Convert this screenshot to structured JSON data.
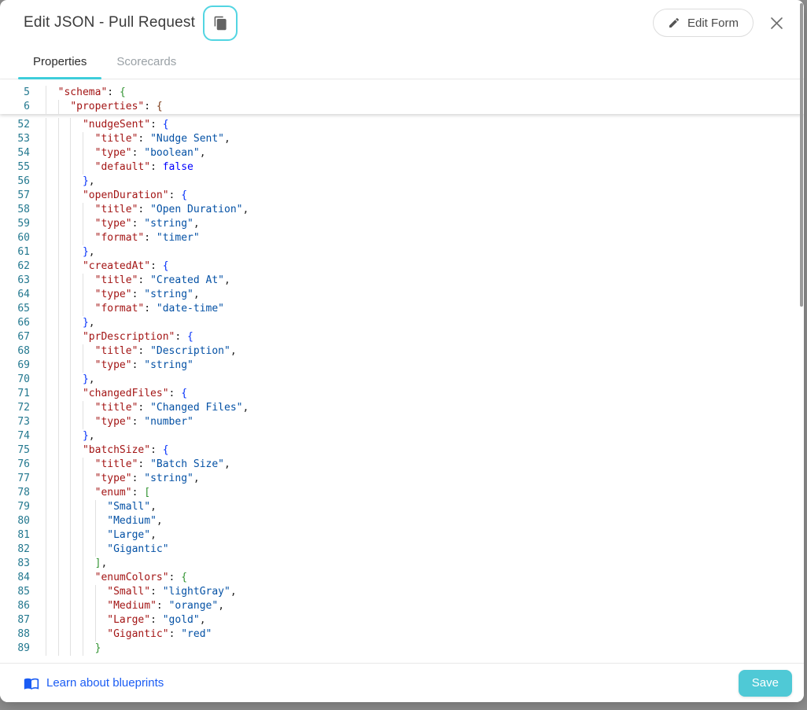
{
  "modal": {
    "title": "Edit JSON - Pull Request"
  },
  "header": {
    "copy_icon": "copy-icon",
    "edit_form_label": "Edit Form",
    "edit_form_icon": "pencil-icon",
    "close_icon": "close-icon"
  },
  "tabs": [
    {
      "label": "Properties",
      "active": true
    },
    {
      "label": "Scorecards",
      "active": false
    }
  ],
  "footer": {
    "link_label": "Learn about blueprints",
    "link_icon": "book-icon",
    "save_label": "Save"
  },
  "colors": {
    "accent_teal": "#3FCFDC",
    "save_teal": "#4FC9D6",
    "copy_border_teal": "#52D5E2",
    "link_blue": "#1A5CF4",
    "line_number": "#23788F",
    "json_key": "#A31515",
    "json_string": "#0451A5",
    "json_keyword": "#0000FF",
    "bracket_blue": "#0431FA",
    "bracket_green": "#319331",
    "bracket_brown": "#7B3814",
    "backdrop_gray": "#8F8F8F"
  },
  "editor": {
    "sticky_lines": [
      {
        "n": 5,
        "i": 2,
        "t": [
          [
            "k",
            "\"schema\""
          ],
          [
            "p",
            ": "
          ],
          [
            "b2",
            "{"
          ]
        ]
      },
      {
        "n": 6,
        "i": 4,
        "t": [
          [
            "k",
            "\"properties\""
          ],
          [
            "p",
            ": "
          ],
          [
            "b3",
            "{"
          ]
        ]
      }
    ],
    "lines": [
      {
        "n": 52,
        "i": 6,
        "t": [
          [
            "k",
            "\"nudgeSent\""
          ],
          [
            "p",
            ": "
          ],
          [
            "b1",
            "{"
          ]
        ]
      },
      {
        "n": 53,
        "i": 8,
        "t": [
          [
            "k",
            "\"title\""
          ],
          [
            "p",
            ": "
          ],
          [
            "s",
            "\"Nudge Sent\""
          ],
          [
            "p",
            ","
          ]
        ]
      },
      {
        "n": 54,
        "i": 8,
        "t": [
          [
            "k",
            "\"type\""
          ],
          [
            "p",
            ": "
          ],
          [
            "s",
            "\"boolean\""
          ],
          [
            "p",
            ","
          ]
        ]
      },
      {
        "n": 55,
        "i": 8,
        "t": [
          [
            "k",
            "\"default\""
          ],
          [
            "p",
            ": "
          ],
          [
            "w",
            "false"
          ]
        ]
      },
      {
        "n": 56,
        "i": 6,
        "t": [
          [
            "b1",
            "}"
          ],
          [
            "p",
            ","
          ]
        ]
      },
      {
        "n": 57,
        "i": 6,
        "t": [
          [
            "k",
            "\"openDuration\""
          ],
          [
            "p",
            ": "
          ],
          [
            "b1",
            "{"
          ]
        ]
      },
      {
        "n": 58,
        "i": 8,
        "t": [
          [
            "k",
            "\"title\""
          ],
          [
            "p",
            ": "
          ],
          [
            "s",
            "\"Open Duration\""
          ],
          [
            "p",
            ","
          ]
        ]
      },
      {
        "n": 59,
        "i": 8,
        "t": [
          [
            "k",
            "\"type\""
          ],
          [
            "p",
            ": "
          ],
          [
            "s",
            "\"string\""
          ],
          [
            "p",
            ","
          ]
        ]
      },
      {
        "n": 60,
        "i": 8,
        "t": [
          [
            "k",
            "\"format\""
          ],
          [
            "p",
            ": "
          ],
          [
            "s",
            "\"timer\""
          ]
        ]
      },
      {
        "n": 61,
        "i": 6,
        "t": [
          [
            "b1",
            "}"
          ],
          [
            "p",
            ","
          ]
        ]
      },
      {
        "n": 62,
        "i": 6,
        "t": [
          [
            "k",
            "\"createdAt\""
          ],
          [
            "p",
            ": "
          ],
          [
            "b1",
            "{"
          ]
        ]
      },
      {
        "n": 63,
        "i": 8,
        "t": [
          [
            "k",
            "\"title\""
          ],
          [
            "p",
            ": "
          ],
          [
            "s",
            "\"Created At\""
          ],
          [
            "p",
            ","
          ]
        ]
      },
      {
        "n": 64,
        "i": 8,
        "t": [
          [
            "k",
            "\"type\""
          ],
          [
            "p",
            ": "
          ],
          [
            "s",
            "\"string\""
          ],
          [
            "p",
            ","
          ]
        ]
      },
      {
        "n": 65,
        "i": 8,
        "t": [
          [
            "k",
            "\"format\""
          ],
          [
            "p",
            ": "
          ],
          [
            "s",
            "\"date-time\""
          ]
        ]
      },
      {
        "n": 66,
        "i": 6,
        "t": [
          [
            "b1",
            "}"
          ],
          [
            "p",
            ","
          ]
        ]
      },
      {
        "n": 67,
        "i": 6,
        "t": [
          [
            "k",
            "\"prDescription\""
          ],
          [
            "p",
            ": "
          ],
          [
            "b1",
            "{"
          ]
        ]
      },
      {
        "n": 68,
        "i": 8,
        "t": [
          [
            "k",
            "\"title\""
          ],
          [
            "p",
            ": "
          ],
          [
            "s",
            "\"Description\""
          ],
          [
            "p",
            ","
          ]
        ]
      },
      {
        "n": 69,
        "i": 8,
        "t": [
          [
            "k",
            "\"type\""
          ],
          [
            "p",
            ": "
          ],
          [
            "s",
            "\"string\""
          ]
        ]
      },
      {
        "n": 70,
        "i": 6,
        "t": [
          [
            "b1",
            "}"
          ],
          [
            "p",
            ","
          ]
        ]
      },
      {
        "n": 71,
        "i": 6,
        "t": [
          [
            "k",
            "\"changedFiles\""
          ],
          [
            "p",
            ": "
          ],
          [
            "b1",
            "{"
          ]
        ]
      },
      {
        "n": 72,
        "i": 8,
        "t": [
          [
            "k",
            "\"title\""
          ],
          [
            "p",
            ": "
          ],
          [
            "s",
            "\"Changed Files\""
          ],
          [
            "p",
            ","
          ]
        ]
      },
      {
        "n": 73,
        "i": 8,
        "t": [
          [
            "k",
            "\"type\""
          ],
          [
            "p",
            ": "
          ],
          [
            "s",
            "\"number\""
          ]
        ]
      },
      {
        "n": 74,
        "i": 6,
        "t": [
          [
            "b1",
            "}"
          ],
          [
            "p",
            ","
          ]
        ]
      },
      {
        "n": 75,
        "i": 6,
        "t": [
          [
            "k",
            "\"batchSize\""
          ],
          [
            "p",
            ": "
          ],
          [
            "b1",
            "{"
          ]
        ]
      },
      {
        "n": 76,
        "i": 8,
        "t": [
          [
            "k",
            "\"title\""
          ],
          [
            "p",
            ": "
          ],
          [
            "s",
            "\"Batch Size\""
          ],
          [
            "p",
            ","
          ]
        ]
      },
      {
        "n": 77,
        "i": 8,
        "t": [
          [
            "k",
            "\"type\""
          ],
          [
            "p",
            ": "
          ],
          [
            "s",
            "\"string\""
          ],
          [
            "p",
            ","
          ]
        ]
      },
      {
        "n": 78,
        "i": 8,
        "t": [
          [
            "k",
            "\"enum\""
          ],
          [
            "p",
            ": "
          ],
          [
            "b2",
            "["
          ]
        ]
      },
      {
        "n": 79,
        "i": 10,
        "t": [
          [
            "s",
            "\"Small\""
          ],
          [
            "p",
            ","
          ]
        ]
      },
      {
        "n": 80,
        "i": 10,
        "t": [
          [
            "s",
            "\"Medium\""
          ],
          [
            "p",
            ","
          ]
        ]
      },
      {
        "n": 81,
        "i": 10,
        "t": [
          [
            "s",
            "\"Large\""
          ],
          [
            "p",
            ","
          ]
        ]
      },
      {
        "n": 82,
        "i": 10,
        "t": [
          [
            "s",
            "\"Gigantic\""
          ]
        ]
      },
      {
        "n": 83,
        "i": 8,
        "t": [
          [
            "b2",
            "]"
          ],
          [
            "p",
            ","
          ]
        ]
      },
      {
        "n": 84,
        "i": 8,
        "t": [
          [
            "k",
            "\"enumColors\""
          ],
          [
            "p",
            ": "
          ],
          [
            "b2",
            "{"
          ]
        ]
      },
      {
        "n": 85,
        "i": 10,
        "t": [
          [
            "k",
            "\"Small\""
          ],
          [
            "p",
            ": "
          ],
          [
            "s",
            "\"lightGray\""
          ],
          [
            "p",
            ","
          ]
        ]
      },
      {
        "n": 86,
        "i": 10,
        "t": [
          [
            "k",
            "\"Medium\""
          ],
          [
            "p",
            ": "
          ],
          [
            "s",
            "\"orange\""
          ],
          [
            "p",
            ","
          ]
        ]
      },
      {
        "n": 87,
        "i": 10,
        "t": [
          [
            "k",
            "\"Large\""
          ],
          [
            "p",
            ": "
          ],
          [
            "s",
            "\"gold\""
          ],
          [
            "p",
            ","
          ]
        ]
      },
      {
        "n": 88,
        "i": 10,
        "t": [
          [
            "k",
            "\"Gigantic\""
          ],
          [
            "p",
            ": "
          ],
          [
            "s",
            "\"red\""
          ]
        ]
      },
      {
        "n": 89,
        "i": 8,
        "t": [
          [
            "b2",
            "}"
          ]
        ]
      }
    ]
  }
}
